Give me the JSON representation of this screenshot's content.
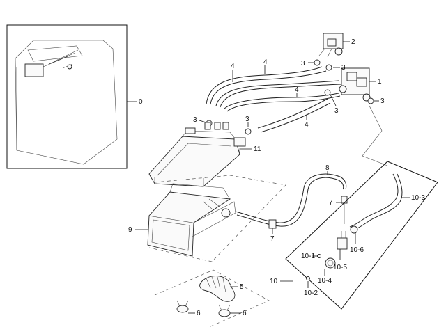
{
  "callouts": {
    "c0": "0",
    "c1": "1",
    "c2": "2",
    "c3a": "3",
    "c3b": "3",
    "c3c": "3",
    "c3d": "3",
    "c3e": "3",
    "c3f": "3",
    "c4a": "4",
    "c4b": "4",
    "c4c": "4",
    "c4d": "4",
    "c5": "5",
    "c6a": "6",
    "c6b": "6",
    "c7a": "7",
    "c7b": "7",
    "c8": "8",
    "c9": "9",
    "c10": "10",
    "c10_1": "10-1",
    "c10_2": "10-2",
    "c10_3": "10-3",
    "c10_4": "10-4",
    "c10_5": "10-5",
    "c10_6": "10-6",
    "c11": "11"
  }
}
